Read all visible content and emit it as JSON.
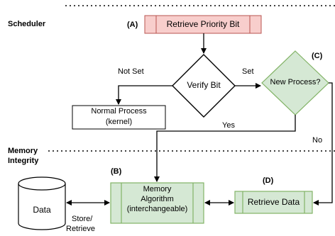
{
  "sections": {
    "scheduler": "Scheduler",
    "memory_integrity_line1": "Memory",
    "memory_integrity_line2": "Integrity"
  },
  "tags": {
    "a": "(A)",
    "b": "(B)",
    "c": "(C)",
    "d": "(D)"
  },
  "nodes": {
    "retrieve_priority_bit": "Retrieve Priority Bit",
    "verify_bit": "Verify Bit",
    "new_process": "New Process?",
    "normal_process_line1": "Normal Process",
    "normal_process_line2": "(kernel)",
    "memory_algorithm_line1": "Memory",
    "memory_algorithm_line2": "Algorithm",
    "memory_algorithm_line3": "(interchangeable)",
    "retrieve_data": "Retrieve Data",
    "data": "Data"
  },
  "edges": {
    "not_set": "Not Set",
    "set": "Set",
    "yes": "Yes",
    "no": "No",
    "store_retrieve_line1": "Store/",
    "store_retrieve_line2": "Retrieve"
  },
  "colors": {
    "process_red_fill": "#f8cecc",
    "process_red_stroke": "#b85450",
    "process_green_fill": "#d5e8d4",
    "process_green_stroke": "#82b366",
    "line": "#000000"
  }
}
